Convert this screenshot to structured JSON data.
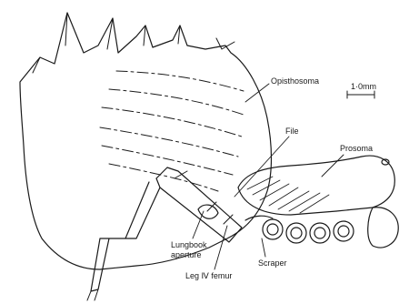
{
  "labels": {
    "opisthosoma": "Opisthosoma",
    "file": "File",
    "prosoma": "Prosoma",
    "scale_bar": "1·0mm",
    "lungbook_line1": "Lungbook",
    "lungbook_line2": "aperture",
    "leg_femur": "Leg Ⅳ femur",
    "scraper": "Scraper"
  }
}
